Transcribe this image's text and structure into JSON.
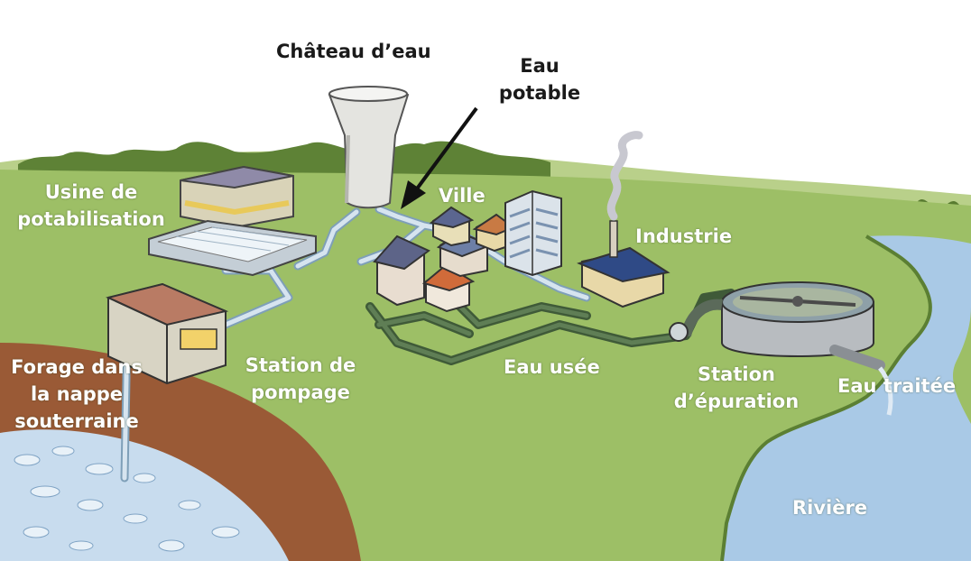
{
  "labels": {
    "chateau_eau": "Château d’eau",
    "eau_potable_line1": "Eau",
    "eau_potable_line2": "potable",
    "usine_line1": "Usine de",
    "usine_line2": "potabilisation",
    "ville": "Ville",
    "industrie": "Industrie",
    "forage_line1": "Forage dans",
    "forage_line2": "la nappe",
    "forage_line3": "souterraine",
    "station_pompage_line1": "Station de",
    "station_pompage_line2": "pompage",
    "eau_usee": "Eau usée",
    "station_epuration_line1": "Station",
    "station_epuration_line2": "d’épuration",
    "eau_traitee": "Eau traitée",
    "riviere": "Rivière"
  },
  "colors": {
    "sky": "#ffffff",
    "grass": "#9fc06a",
    "hills": "#b7cf86",
    "trees": "#5a7d32",
    "river": "#a9c9e6",
    "soil": "#9a5a36",
    "clean_pipe": "#c9d9e6",
    "waste_pipe": "#4e6a44"
  }
}
